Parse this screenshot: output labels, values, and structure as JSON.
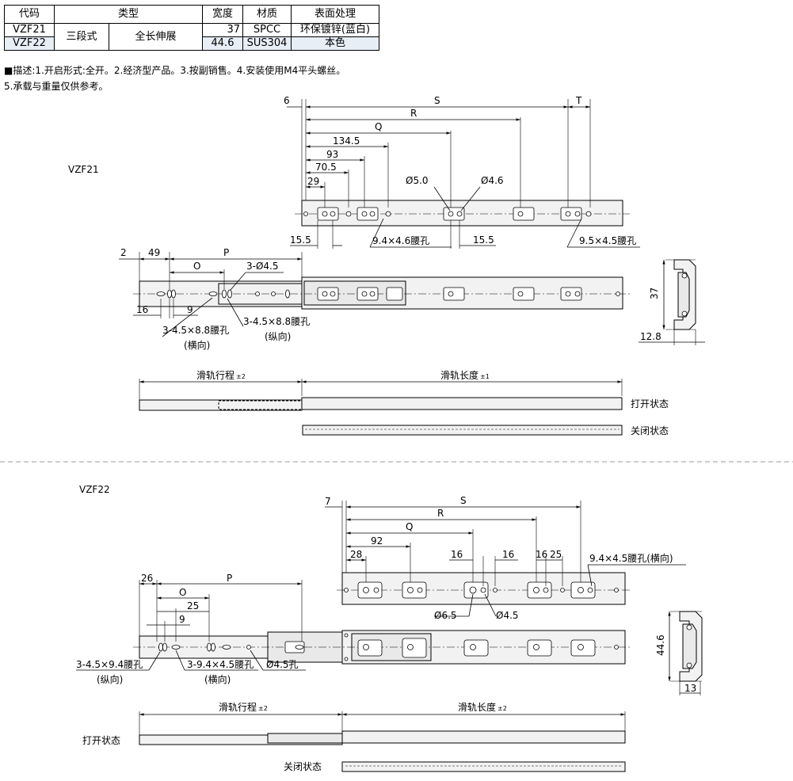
{
  "table": {
    "headers": [
      "代码",
      "类型",
      "宽度",
      "材质",
      "表面处理"
    ],
    "rows": [
      {
        "code": "VZF21",
        "width": "37",
        "material": "SPCC",
        "finish": "环保镀锌(蓝白)"
      },
      {
        "code": "VZF22",
        "width": "44.6",
        "material": "SUS304",
        "finish": "本色"
      }
    ],
    "type_a": "三段式",
    "type_b": "全长伸展"
  },
  "notes": {
    "line1": "■描述:1.开启形式:全开。2.经济型产品。3.按副销售。4.安装使用M4平头螺丝。",
    "line2": "5.承载与重量仅供参考。"
  },
  "vzf21": {
    "label": "VZF21",
    "dims": {
      "d6": "6",
      "S": "S",
      "T": "T",
      "R": "R",
      "Q": "Q",
      "d134_5": "134.5",
      "d93": "93",
      "d70_5": "70.5",
      "d29": "29",
      "phi50": "Ø5.0",
      "phi46": "Ø4.6",
      "d15_5a": "15.5",
      "slot94": "9.4×4.6腰孔",
      "d15_5b": "15.5",
      "slot95": "9.5×4.5腰孔",
      "d2": "2",
      "d49": "49",
      "O": "O",
      "P": "P",
      "holes3": "3-Ø4.5",
      "d16": "16",
      "d9": "9",
      "slot_h": "3-4.5×8.8腰孔",
      "slot_h_dir": "(横向)",
      "slot_v": "3-4.5×8.8腰孔",
      "slot_v_dir": "(纵向)",
      "h37": "37",
      "w12_8": "12.8"
    },
    "travel": "滑轨行程",
    "travel_tol": "±2",
    "length": "滑轨长度",
    "length_tol": "±1",
    "open": "打开状态",
    "closed": "关闭状态"
  },
  "vzf22": {
    "label": "VZF22",
    "dims": {
      "d7": "7",
      "S": "S",
      "R": "R",
      "Q": "Q",
      "d92": "92",
      "d28": "28",
      "d16a": "16",
      "d16b": "16",
      "d16c": "16",
      "d25a": "25",
      "slot94": "9.4×4.5腰孔(横向)",
      "phi65": "Ø6.5",
      "phi45": "Ø4.5",
      "d26": "26",
      "O": "O",
      "P": "P",
      "d25b": "25",
      "d9": "9",
      "slot_v": "3-4.5×9.4腰孔",
      "slot_v_dir": "(纵向)",
      "slot_h": "3-9.4×4.5腰孔",
      "slot_h_dir": "(横向)",
      "hole45": "Ø4.5孔",
      "h44_6": "44.6",
      "w13": "13"
    },
    "travel": "滑轨行程",
    "travel_tol": "±2",
    "length": "滑轨长度",
    "length_tol": "±2",
    "open": "打开状态",
    "closed": "关闭状态"
  }
}
